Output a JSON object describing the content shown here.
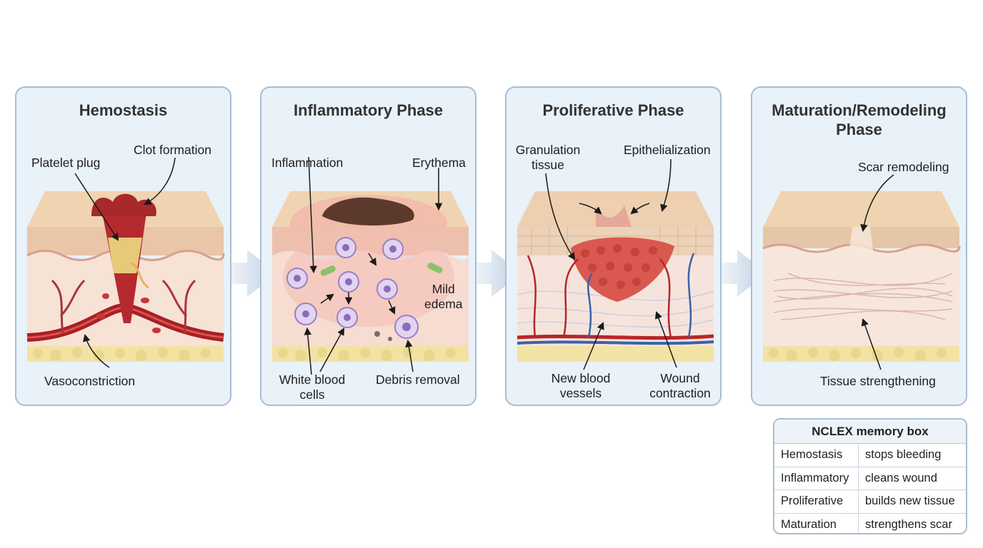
{
  "panels": [
    {
      "title": "Hemostasis",
      "labels": {
        "platelet_plug": "Platelet plug",
        "clot_formation": "Clot formation",
        "vasoconstriction": "Vasoconstriction"
      }
    },
    {
      "title": "Inflammatory Phase",
      "labels": {
        "inflammation": "Inflammation",
        "erythema": "Erythema",
        "mild_edema": "Mild\nedema",
        "white_blood_cells": "White blood\ncells",
        "debris_removal": "Debris removal"
      }
    },
    {
      "title": "Proliferative Phase",
      "labels": {
        "granulation_tissue": "Granulation\ntissue",
        "epithelialization": "Epithelialization",
        "new_blood_vessels": "New blood\nvessels",
        "wound_contraction": "Wound\ncontraction"
      }
    },
    {
      "title": "Maturation/Remodeling\nPhase",
      "labels": {
        "scar_remodeling": "Scar remodeling",
        "tissue_strengthening": "Tissue strengthening"
      }
    }
  ],
  "memory_box": {
    "title": "NCLEX memory box",
    "rows": [
      {
        "phase": "Hemostasis",
        "action": "stops bleeding"
      },
      {
        "phase": "Inflammatory",
        "action": "cleans wound"
      },
      {
        "phase": "Proliferative",
        "action": "builds new tissue"
      },
      {
        "phase": "Maturation",
        "action": "strengthens scar"
      }
    ]
  },
  "colors": {
    "panel_bg": "#e9f1f9",
    "panel_border": "#a9bdd2",
    "epidermis": "#eccdaa",
    "dermis": "#f5dcd0",
    "fat": "#f3e3a8",
    "vessel": "#b5262a",
    "vein": "#3a62a8",
    "flow_arrow": "#c7d5e6"
  }
}
